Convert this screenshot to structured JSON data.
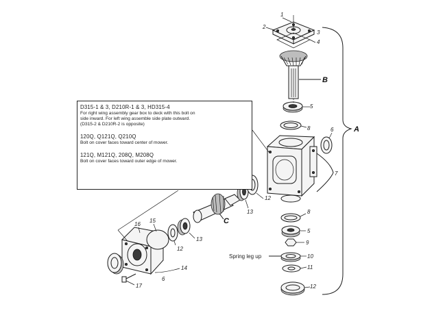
{
  "note": {
    "heading1": "D315-1 & 3, D210R-1 & 3, HD315-4",
    "line1": "For right wing assembly gear box to deck with this bolt on",
    "line2": "side inward.  For left wing assemble side plate outward.",
    "line3": "(D315-2 & D210R-2 is opposite)",
    "heading2": "120Q, Q121Q, Q210Q",
    "line4": "Bolt on cover faces toward center of mower.",
    "heading3": "121Q, M121Q, 208Q, M208Q",
    "line5": "Bolt on cover faces toward outer edge of mower."
  },
  "callouts": {
    "n1": "1",
    "n2": "2",
    "n3": "3",
    "n4": "4",
    "nB": "B",
    "n5_top": "5",
    "n8_top": "8",
    "n6": "6",
    "nA": "A",
    "n7": "7",
    "n12_mid": "12",
    "n13_mid": "13",
    "nC": "C",
    "n8_bot": "8",
    "n5_bot": "5",
    "n9": "9",
    "n10": "10",
    "n11": "11",
    "n12_bot": "12",
    "n16": "16",
    "n15": "15",
    "n12_left": "12",
    "n13_left": "13",
    "n14": "14",
    "n6_left": "6",
    "n17": "17",
    "spring": "Spring leg up"
  },
  "colors": {
    "ink": "#1a1a1a",
    "paper": "#ffffff"
  }
}
